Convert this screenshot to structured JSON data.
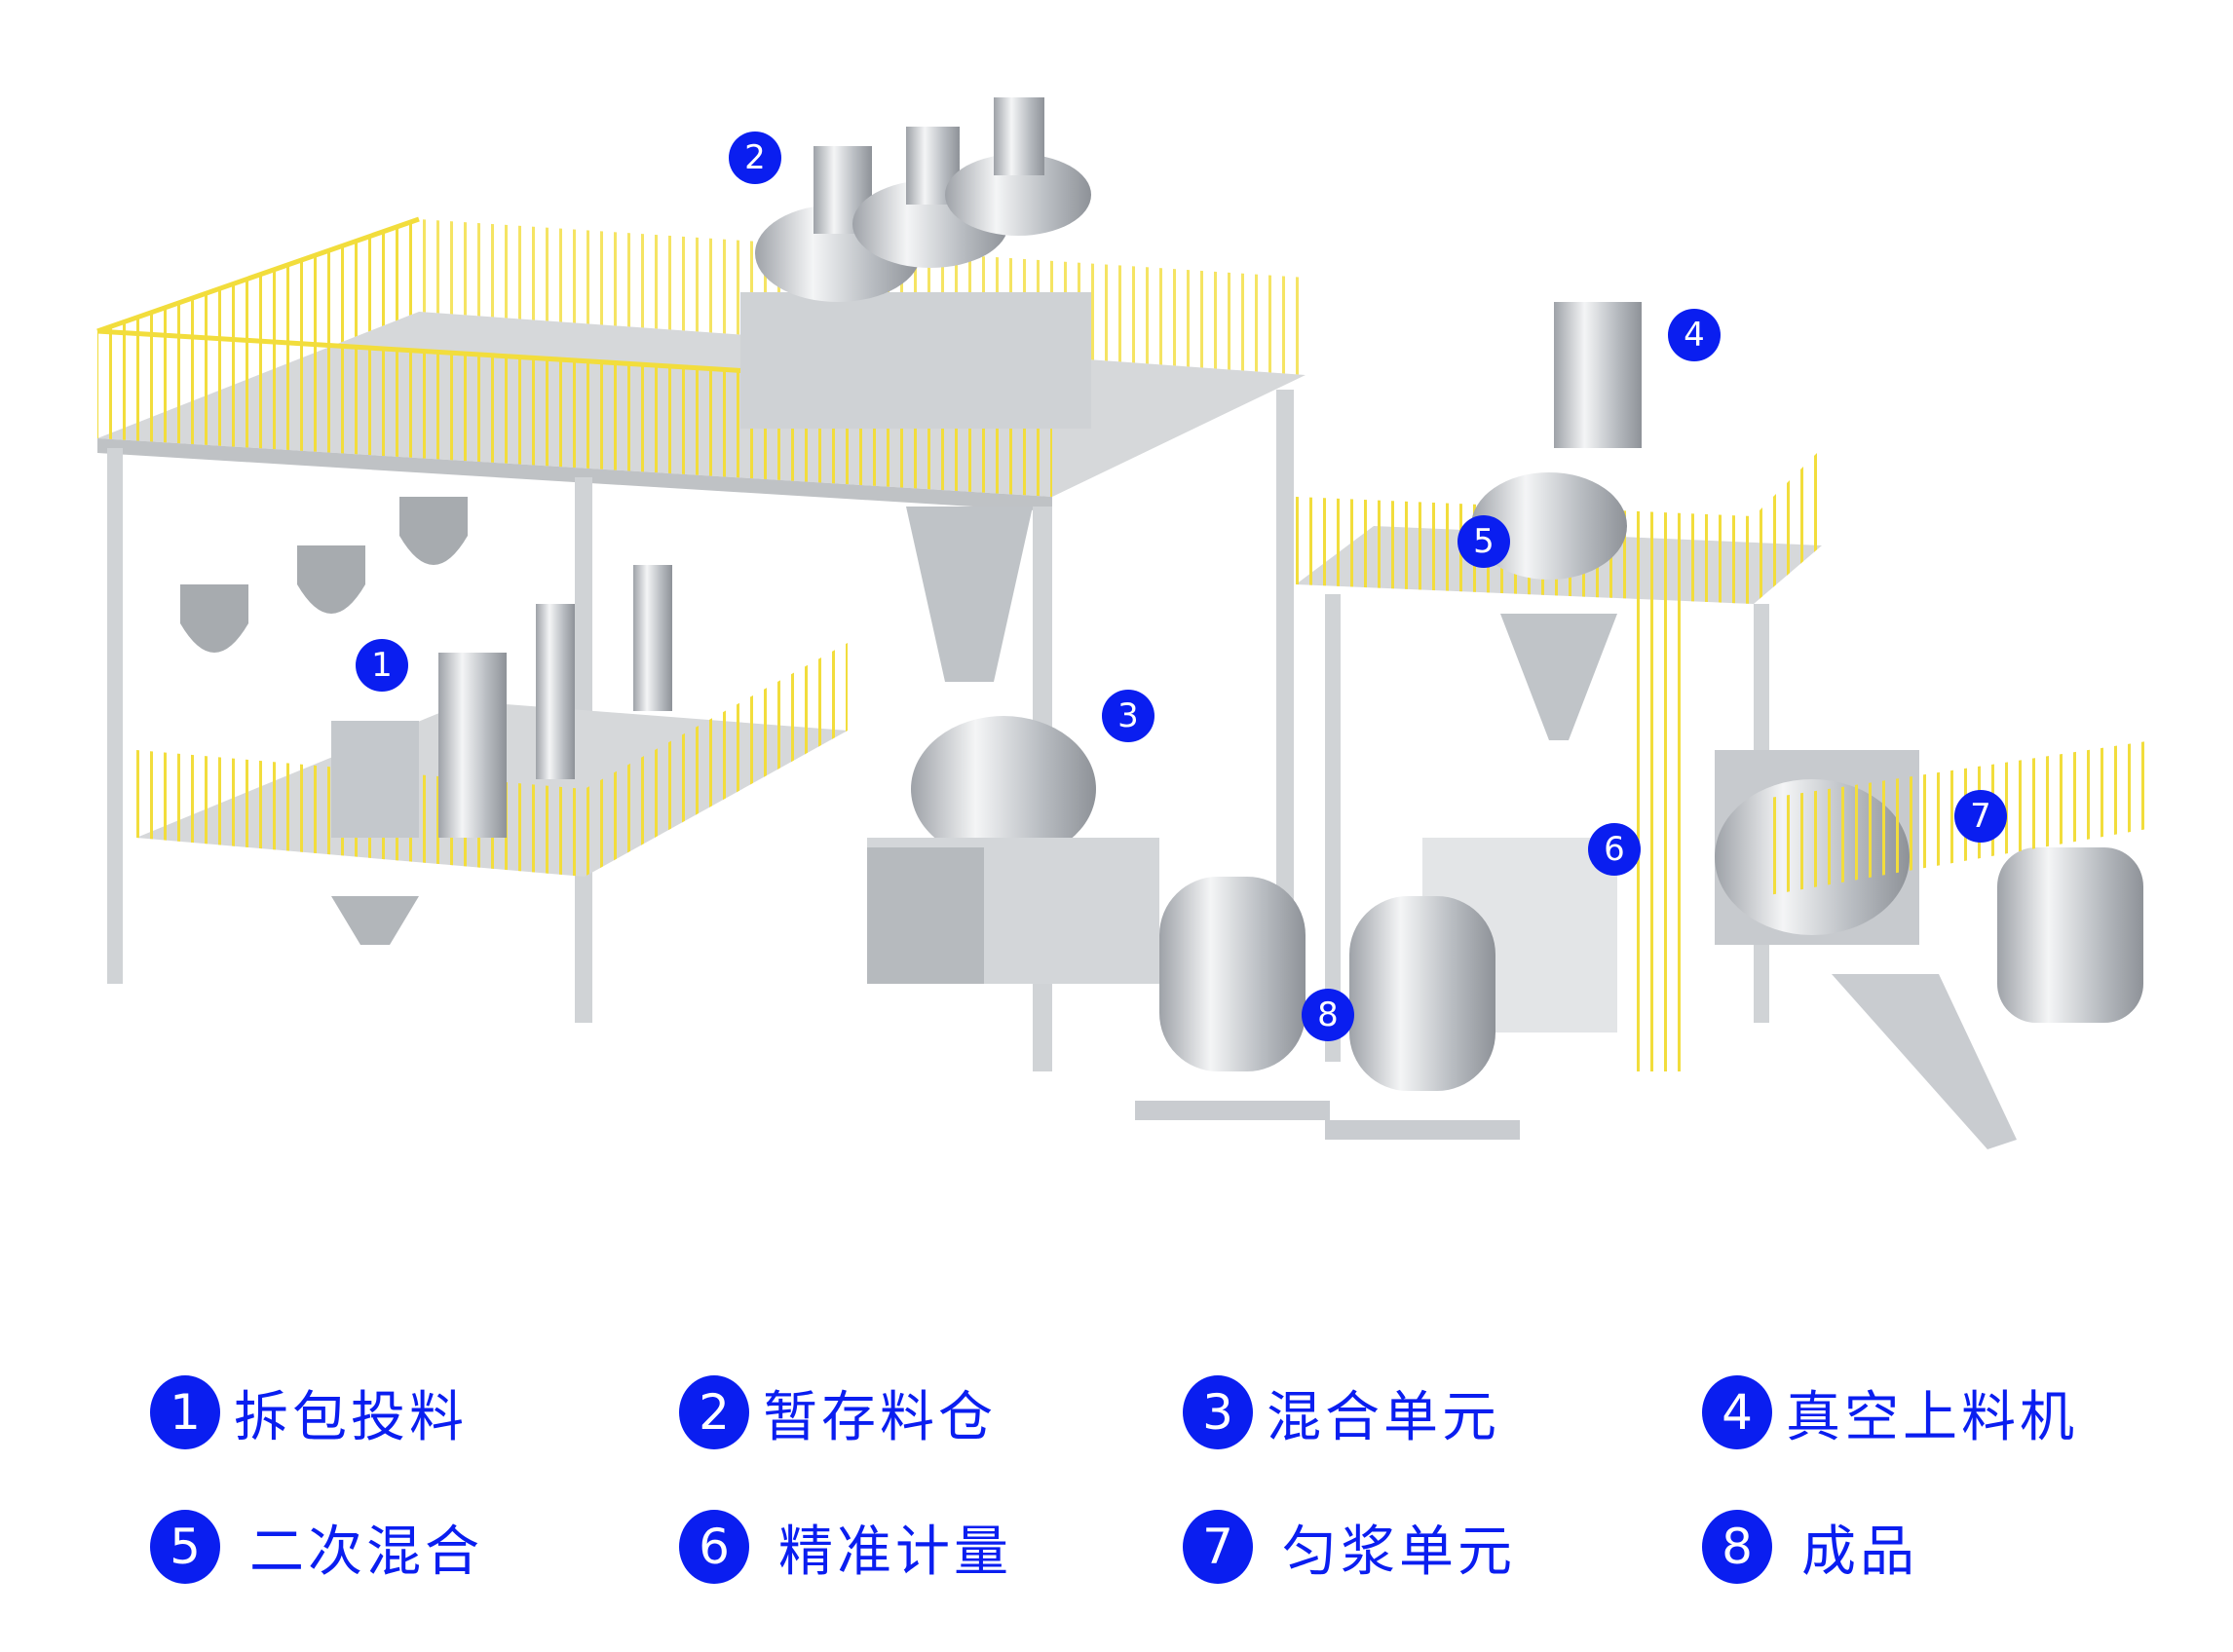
{
  "colors": {
    "accent": "#0a1ef0",
    "railing": "#f2dd3c",
    "steel": "#c9ccd0"
  },
  "markers": [
    "1",
    "2",
    "3",
    "4",
    "5",
    "6",
    "7",
    "8"
  ],
  "legend": [
    {
      "num": "1",
      "label": "拆包投料"
    },
    {
      "num": "2",
      "label": "暂存料仓"
    },
    {
      "num": "3",
      "label": "混合单元"
    },
    {
      "num": "4",
      "label": "真空上料机"
    },
    {
      "num": "5",
      "label": "二次混合"
    },
    {
      "num": "6",
      "label": "精准计量"
    },
    {
      "num": "7",
      "label": "匀浆单元"
    },
    {
      "num": "8",
      "label": "成品"
    }
  ]
}
